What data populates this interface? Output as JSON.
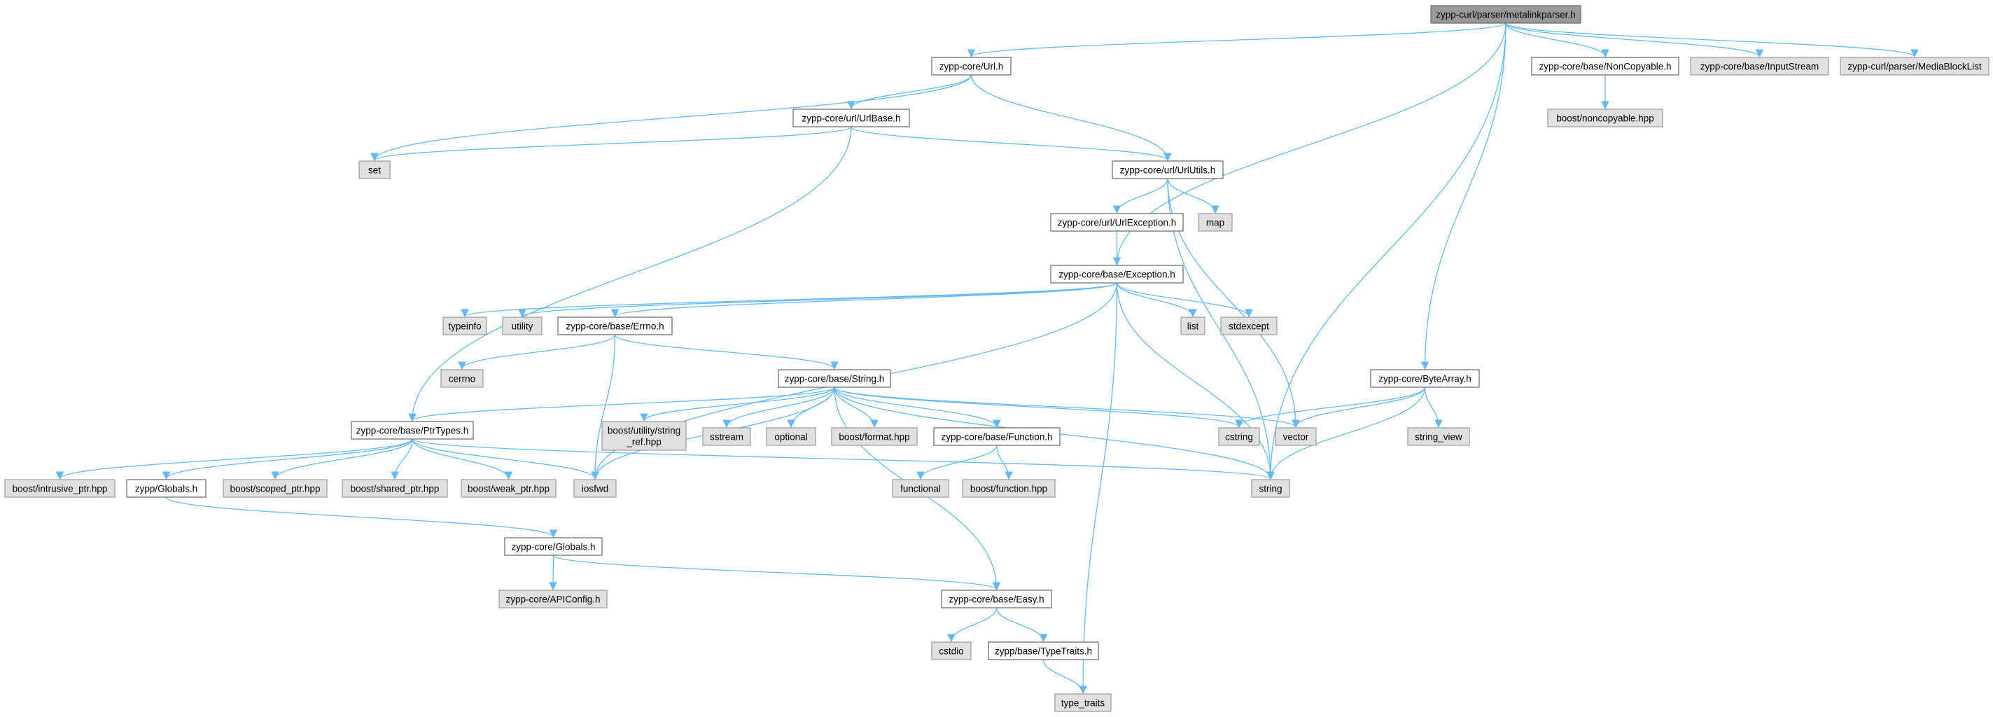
{
  "colors": {
    "root_fill": "#999999",
    "documented_fill": "#ffffff",
    "external_fill": "#e0e0e0",
    "border": "#666666",
    "external_border": "#999999",
    "edge": "#63b8ff"
  },
  "nodes": [
    {
      "id": "root",
      "lines": [
        "zypp-curl/parser/metalinkparser.h"
      ],
      "kind": "root"
    },
    {
      "id": "url",
      "lines": [
        "zypp-core/Url.h"
      ],
      "kind": "documented"
    },
    {
      "id": "noncopy",
      "lines": [
        "zypp-core/base/NonCopyable.h"
      ],
      "kind": "documented"
    },
    {
      "id": "inputstream",
      "lines": [
        "zypp-core/base/InputStream"
      ],
      "kind": "external"
    },
    {
      "id": "mediablock",
      "lines": [
        "zypp-curl/parser/MediaBlockList"
      ],
      "kind": "external"
    },
    {
      "id": "boostnoncopy",
      "lines": [
        "boost/noncopyable.hpp"
      ],
      "kind": "external"
    },
    {
      "id": "urlbase",
      "lines": [
        "zypp-core/url/UrlBase.h"
      ],
      "kind": "documented"
    },
    {
      "id": "set",
      "lines": [
        "set"
      ],
      "kind": "external"
    },
    {
      "id": "urlutils",
      "lines": [
        "zypp-core/url/UrlUtils.h"
      ],
      "kind": "documented"
    },
    {
      "id": "urlexception",
      "lines": [
        "zypp-core/url/UrlException.h"
      ],
      "kind": "documented"
    },
    {
      "id": "map",
      "lines": [
        "map"
      ],
      "kind": "external"
    },
    {
      "id": "exception",
      "lines": [
        "zypp-core/base/Exception.h"
      ],
      "kind": "documented"
    },
    {
      "id": "typeinfo",
      "lines": [
        "typeinfo"
      ],
      "kind": "external"
    },
    {
      "id": "utility",
      "lines": [
        "utility"
      ],
      "kind": "external"
    },
    {
      "id": "errno",
      "lines": [
        "zypp-core/base/Errno.h"
      ],
      "kind": "documented"
    },
    {
      "id": "list",
      "lines": [
        "list"
      ],
      "kind": "external"
    },
    {
      "id": "stdexcept",
      "lines": [
        "stdexcept"
      ],
      "kind": "external"
    },
    {
      "id": "cerrno",
      "lines": [
        "cerrno"
      ],
      "kind": "external"
    },
    {
      "id": "bytearray",
      "lines": [
        "zypp-core/ByteArray.h"
      ],
      "kind": "documented"
    },
    {
      "id": "string_h",
      "lines": [
        "zypp-core/base/String.h"
      ],
      "kind": "documented"
    },
    {
      "id": "ptrtypes",
      "lines": [
        "zypp-core/base/PtrTypes.h"
      ],
      "kind": "documented"
    },
    {
      "id": "stringref",
      "lines": [
        "boost/utility/string",
        "_ref.hpp"
      ],
      "kind": "external"
    },
    {
      "id": "sstream",
      "lines": [
        "sstream"
      ],
      "kind": "external"
    },
    {
      "id": "optional",
      "lines": [
        "optional"
      ],
      "kind": "external"
    },
    {
      "id": "boostformat",
      "lines": [
        "boost/format.hpp"
      ],
      "kind": "external"
    },
    {
      "id": "function_h",
      "lines": [
        "zypp-core/base/Function.h"
      ],
      "kind": "documented"
    },
    {
      "id": "cstring",
      "lines": [
        "cstring"
      ],
      "kind": "external"
    },
    {
      "id": "vector",
      "lines": [
        "vector"
      ],
      "kind": "external"
    },
    {
      "id": "string_view",
      "lines": [
        "string_view"
      ],
      "kind": "external"
    },
    {
      "id": "intrusive",
      "lines": [
        "boost/intrusive_ptr.hpp"
      ],
      "kind": "external"
    },
    {
      "id": "globals_zypp",
      "lines": [
        "zypp/Globals.h"
      ],
      "kind": "documented"
    },
    {
      "id": "scoped",
      "lines": [
        "boost/scoped_ptr.hpp"
      ],
      "kind": "external"
    },
    {
      "id": "shared",
      "lines": [
        "boost/shared_ptr.hpp"
      ],
      "kind": "external"
    },
    {
      "id": "weak",
      "lines": [
        "boost/weak_ptr.hpp"
      ],
      "kind": "external"
    },
    {
      "id": "iosfwd",
      "lines": [
        "iosfwd"
      ],
      "kind": "external"
    },
    {
      "id": "functional",
      "lines": [
        "functional"
      ],
      "kind": "external"
    },
    {
      "id": "boostfunction",
      "lines": [
        "boost/function.hpp"
      ],
      "kind": "external"
    },
    {
      "id": "string",
      "lines": [
        "string"
      ],
      "kind": "external"
    },
    {
      "id": "globals_core",
      "lines": [
        "zypp-core/Globals.h"
      ],
      "kind": "documented"
    },
    {
      "id": "apiconfig",
      "lines": [
        "zypp-core/APIConfig.h"
      ],
      "kind": "external"
    },
    {
      "id": "easy",
      "lines": [
        "zypp-core/base/Easy.h"
      ],
      "kind": "documented"
    },
    {
      "id": "cstdio",
      "lines": [
        "cstdio"
      ],
      "kind": "external"
    },
    {
      "id": "typetraits_h",
      "lines": [
        "zypp/base/TypeTraits.h"
      ],
      "kind": "documented"
    },
    {
      "id": "type_traits",
      "lines": [
        "type_traits"
      ],
      "kind": "external"
    }
  ],
  "edges": [
    [
      "root",
      "url"
    ],
    [
      "root",
      "exception"
    ],
    [
      "root",
      "bytearray"
    ],
    [
      "root",
      "string"
    ],
    [
      "root",
      "noncopy"
    ],
    [
      "root",
      "inputstream"
    ],
    [
      "root",
      "mediablock"
    ],
    [
      "noncopy",
      "boostnoncopy"
    ],
    [
      "url",
      "set"
    ],
    [
      "url",
      "urlbase"
    ],
    [
      "url",
      "urlutils"
    ],
    [
      "urlbase",
      "set"
    ],
    [
      "urlbase",
      "urlutils"
    ],
    [
      "urlbase",
      "ptrtypes"
    ],
    [
      "urlutils",
      "urlexception"
    ],
    [
      "urlutils",
      "map"
    ],
    [
      "urlutils",
      "vector"
    ],
    [
      "urlutils",
      "string"
    ],
    [
      "urlexception",
      "exception"
    ],
    [
      "exception",
      "typeinfo"
    ],
    [
      "exception",
      "utility"
    ],
    [
      "exception",
      "errno"
    ],
    [
      "exception",
      "list"
    ],
    [
      "exception",
      "stdexcept"
    ],
    [
      "exception",
      "iosfwd"
    ],
    [
      "exception",
      "string"
    ],
    [
      "exception",
      "type_traits"
    ],
    [
      "errno",
      "cerrno"
    ],
    [
      "errno",
      "string_h"
    ],
    [
      "errno",
      "iosfwd"
    ],
    [
      "string_h",
      "ptrtypes"
    ],
    [
      "string_h",
      "stringref"
    ],
    [
      "string_h",
      "sstream"
    ],
    [
      "string_h",
      "optional"
    ],
    [
      "string_h",
      "boostformat"
    ],
    [
      "string_h",
      "function_h"
    ],
    [
      "string_h",
      "cstring"
    ],
    [
      "string_h",
      "vector"
    ],
    [
      "string_h",
      "string"
    ],
    [
      "string_h",
      "iosfwd"
    ],
    [
      "string_h",
      "easy"
    ],
    [
      "function_h",
      "functional"
    ],
    [
      "function_h",
      "boostfunction"
    ],
    [
      "bytearray",
      "cstring"
    ],
    [
      "bytearray",
      "vector"
    ],
    [
      "bytearray",
      "string_view"
    ],
    [
      "bytearray",
      "string"
    ],
    [
      "ptrtypes",
      "intrusive"
    ],
    [
      "ptrtypes",
      "globals_zypp"
    ],
    [
      "ptrtypes",
      "scoped"
    ],
    [
      "ptrtypes",
      "shared"
    ],
    [
      "ptrtypes",
      "weak"
    ],
    [
      "ptrtypes",
      "iosfwd"
    ],
    [
      "ptrtypes",
      "string"
    ],
    [
      "globals_zypp",
      "globals_core"
    ],
    [
      "globals_core",
      "apiconfig"
    ],
    [
      "globals_core",
      "easy"
    ],
    [
      "easy",
      "cstdio"
    ],
    [
      "easy",
      "typetraits_h"
    ],
    [
      "typetraits_h",
      "type_traits"
    ]
  ]
}
